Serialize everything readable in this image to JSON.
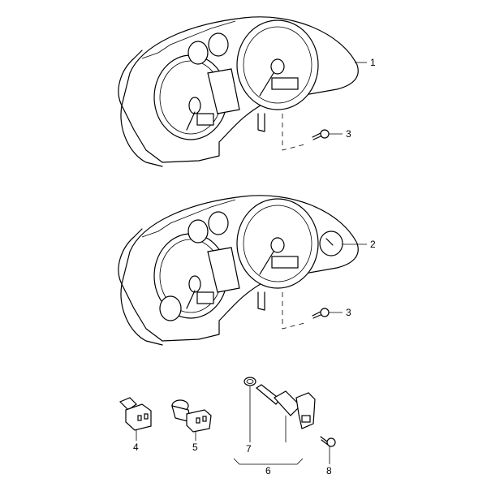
{
  "diagram": {
    "callouts": [
      {
        "id": "c1",
        "label": "1",
        "part": "instrument-cluster-variant-a"
      },
      {
        "id": "c3a",
        "label": "3",
        "part": "screw-upper"
      },
      {
        "id": "c2",
        "label": "2",
        "part": "instrument-cluster-variant-b"
      },
      {
        "id": "c3b",
        "label": "3",
        "part": "screw-lower"
      },
      {
        "id": "c4",
        "label": "4",
        "part": "connector-4"
      },
      {
        "id": "c5",
        "label": "5",
        "part": "sensor-5"
      },
      {
        "id": "c7",
        "label": "7",
        "part": "seal-ring-7"
      },
      {
        "id": "c6",
        "label": "6",
        "part": "speed-sender-6"
      },
      {
        "id": "c8",
        "label": "8",
        "part": "screw-8"
      }
    ]
  }
}
